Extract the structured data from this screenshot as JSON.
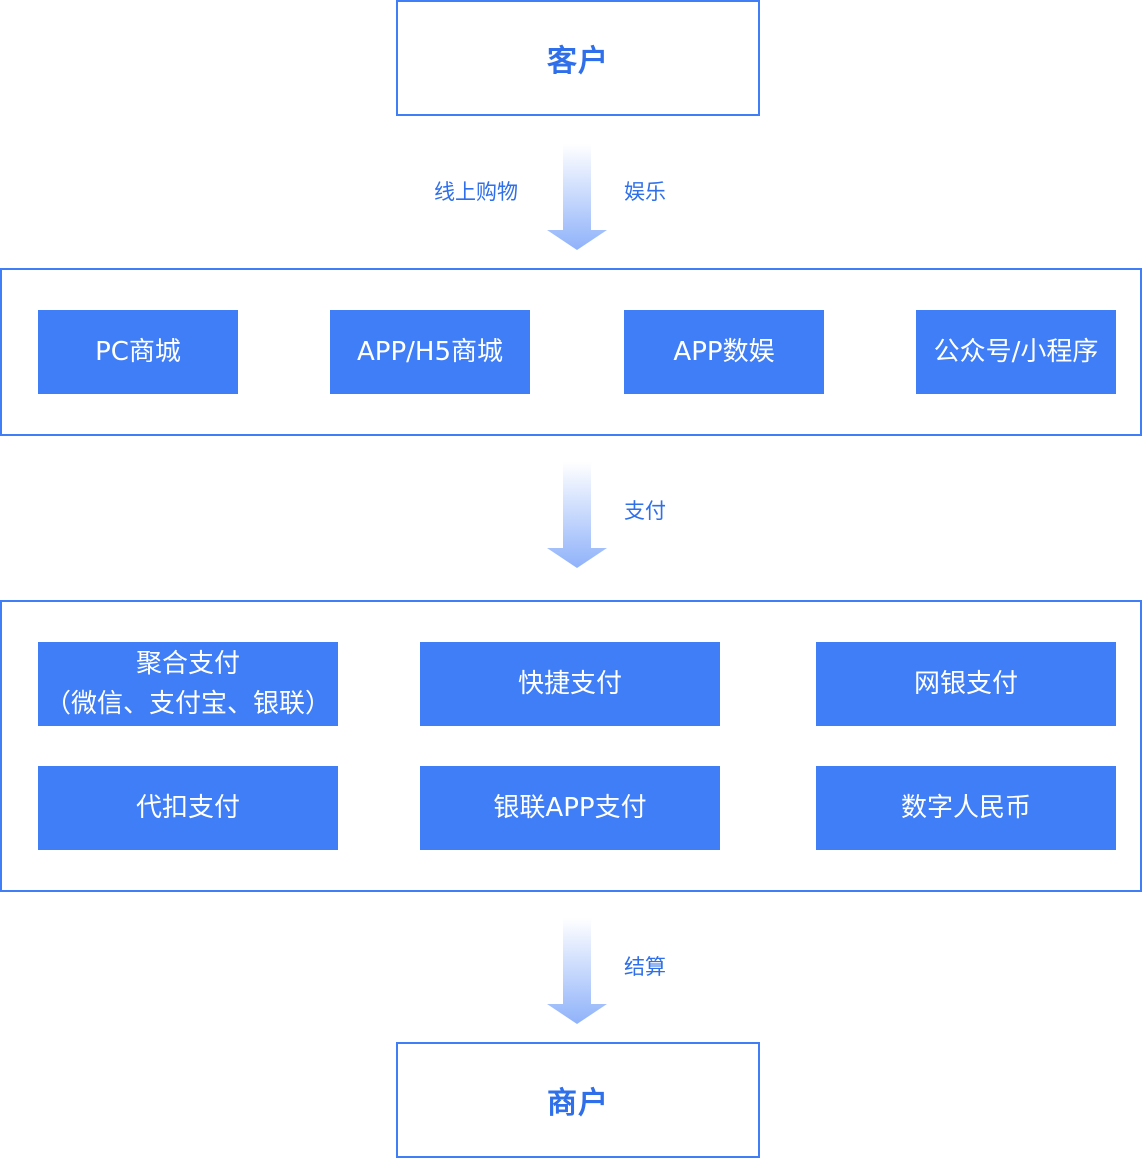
{
  "colors": {
    "accent": "#3f7ef7",
    "label": "#2f6fea",
    "arrow_top": "#ffffff",
    "arrow_bottom": "#8fb2fa"
  },
  "customer": {
    "label": "客户"
  },
  "flow1": {
    "left_label": "线上购物",
    "right_label": "娱乐"
  },
  "channels": {
    "items": [
      {
        "label": "PC商城"
      },
      {
        "label": "APP/H5商城"
      },
      {
        "label": "APP数娱"
      },
      {
        "label": "公众号/小程序"
      }
    ]
  },
  "flow2": {
    "label": "支付"
  },
  "payments": {
    "items": [
      {
        "line1": "聚合支付",
        "line2": "（微信、支付宝、银联）"
      },
      {
        "label": "快捷支付"
      },
      {
        "label": "网银支付"
      },
      {
        "label": "代扣支付"
      },
      {
        "label": "银联APP支付"
      },
      {
        "label": "数字人民币"
      }
    ]
  },
  "flow3": {
    "label": "结算"
  },
  "merchant": {
    "label": "商户"
  }
}
